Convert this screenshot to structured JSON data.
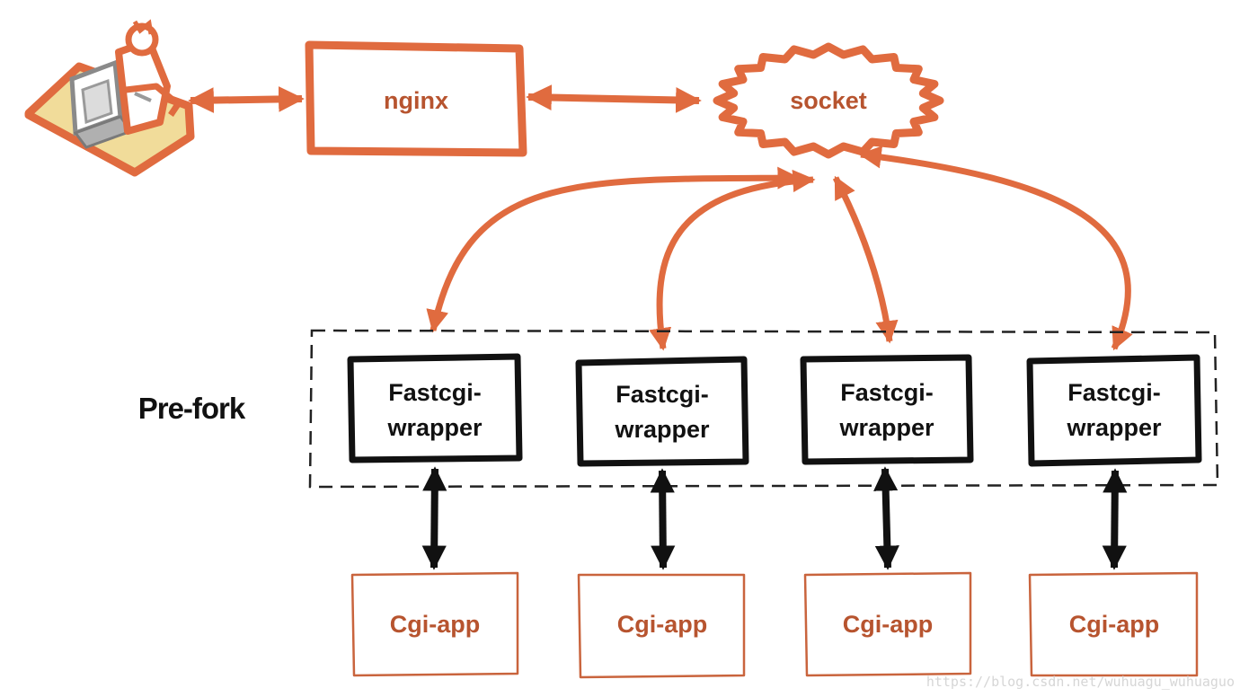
{
  "diagram": {
    "client": {
      "icon": "user-at-computer-icon"
    },
    "nginx": {
      "label": "nginx"
    },
    "socket": {
      "label": "socket"
    },
    "group": {
      "label": "Pre-fork"
    },
    "wrappers": [
      {
        "line1": "Fastcgi-",
        "line2": "wrapper"
      },
      {
        "line1": "Fastcgi-",
        "line2": "wrapper"
      },
      {
        "line1": "Fastcgi-",
        "line2": "wrapper"
      },
      {
        "line1": "Fastcgi-",
        "line2": "wrapper"
      }
    ],
    "apps": [
      {
        "label": "Cgi-app"
      },
      {
        "label": "Cgi-app"
      },
      {
        "label": "Cgi-app"
      },
      {
        "label": "Cgi-app"
      }
    ],
    "watermark": "https://blog.csdn.net/wuhuagu_wuhuaguo"
  },
  "colors": {
    "accent": "#e06b3f",
    "accent_text": "#b7542f",
    "box_border_black": "#111111",
    "app_border": "#c9643d",
    "client_fill": "#f1dc9a",
    "watermark": "#d6d6d6"
  }
}
